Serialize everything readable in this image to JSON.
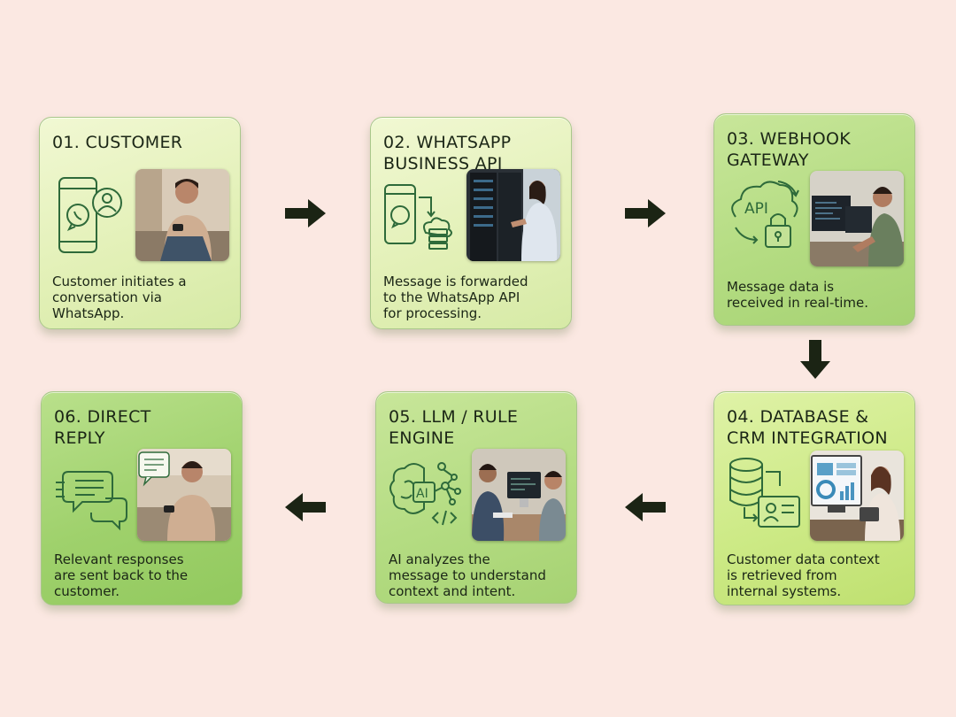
{
  "steps": [
    {
      "title": "01. CUSTOMER",
      "description": "Customer initiates a\nconversation via\nWhatsApp."
    },
    {
      "title": "02. WHATSAPP\nBUSINESS API",
      "description": "Message is forwarded\nto the WhatsApp API\nfor processing."
    },
    {
      "title": "03. WEBHOOK\nGATEWAY",
      "description": "Message data is\nreceived in real-time.",
      "icon_text": "API"
    },
    {
      "title": "04. DATABASE &\nCRM INTEGRATION",
      "description": "Customer data context\nis retrieved from\ninternal systems."
    },
    {
      "title": "05. LLM / RULE\nENGINE",
      "description": "AI analyzes the\nmessage to understand\ncontext and intent.",
      "icon_text": "AI"
    },
    {
      "title": "06. DIRECT\nREPLY",
      "description": "Relevant responses\nare sent back to the\ncustomer."
    }
  ],
  "icons": [
    "phone-whatsapp-user-icon",
    "phone-cloud-server-icon",
    "api-cloud-lock-icon",
    "database-contact-card-icon",
    "brain-ai-network-icon",
    "chat-bubbles-icon"
  ],
  "photos": [
    "man-using-phone-photo",
    "woman-at-server-rack-photo",
    "developer-at-monitors-photo",
    "woman-with-tablet-dashboard-photo",
    "two-people-at-computer-photo",
    "man-smiling-at-phone-photo"
  ],
  "colors": {
    "background": "#fbe8e2",
    "arrow": "#1b2414",
    "icon_stroke": "#2e6a3a"
  }
}
